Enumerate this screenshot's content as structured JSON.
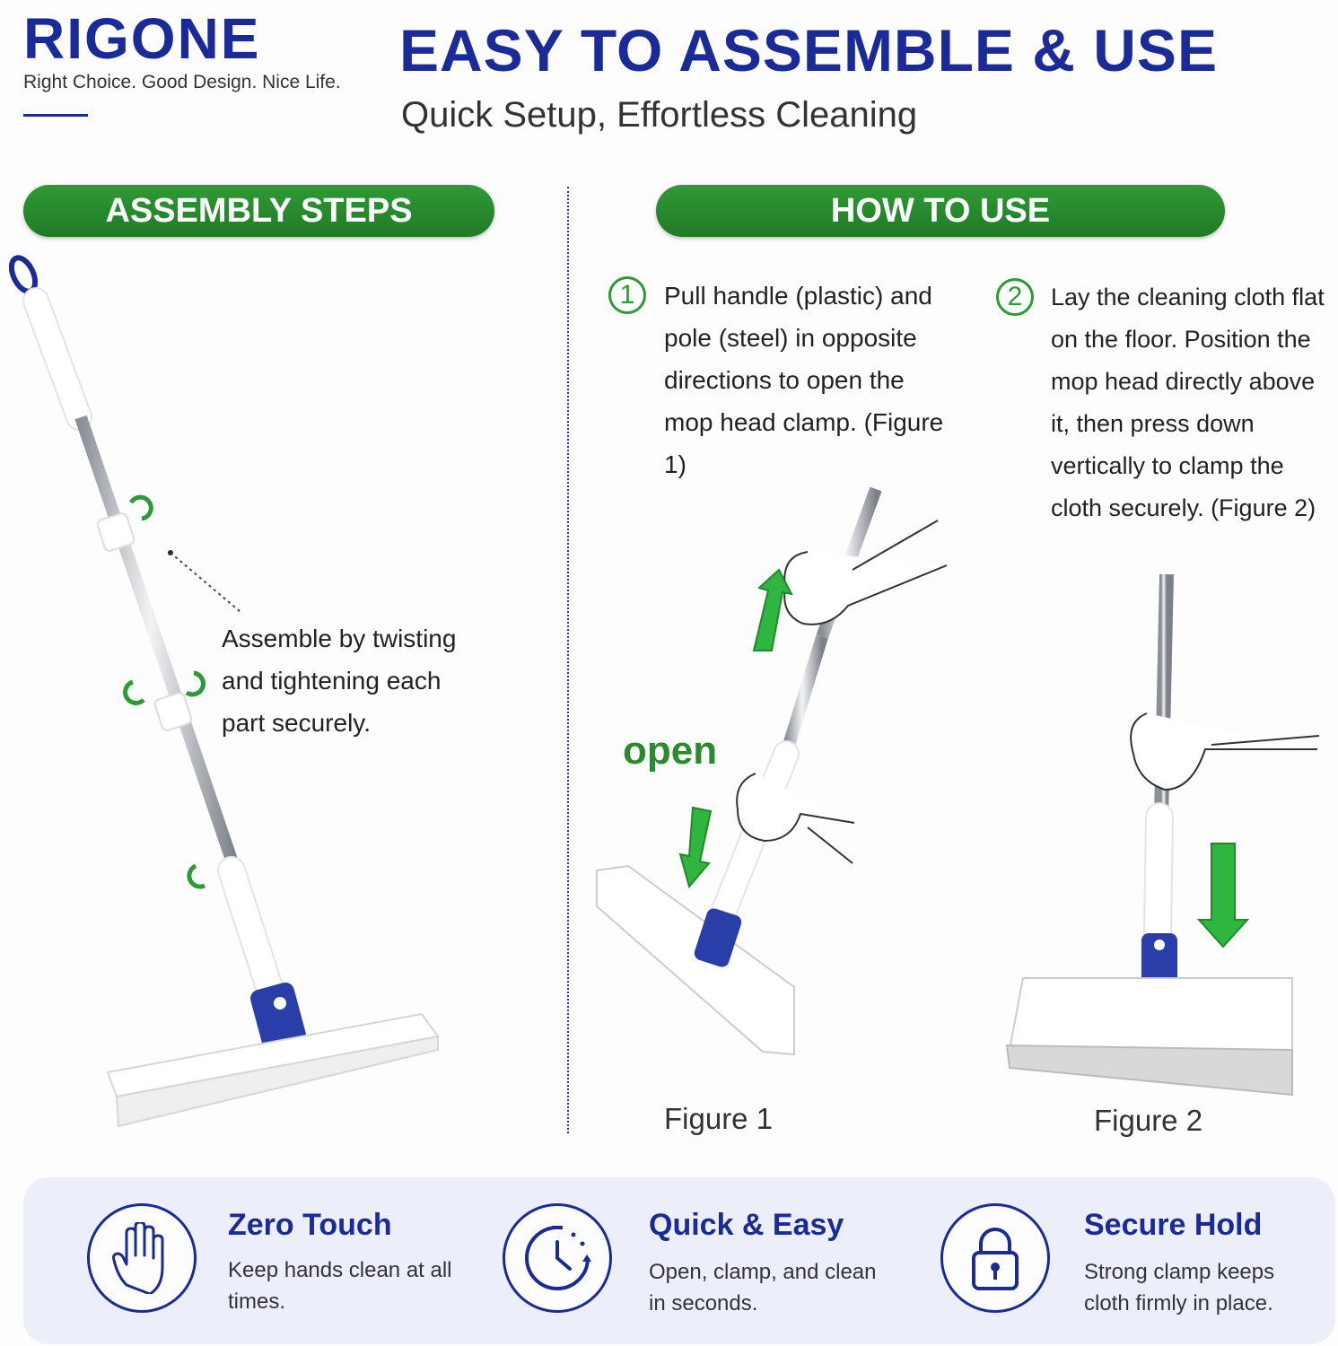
{
  "brand": {
    "name": "RIGONE",
    "tagline": "Right Choice. Good Design. Nice Life."
  },
  "header": {
    "title": "EASY TO ASSEMBLE & USE",
    "subtitle": "Quick Setup, Effortless Cleaning"
  },
  "assembly": {
    "heading": "ASSEMBLY STEPS",
    "text": "Assemble by twisting and tightening each part securely."
  },
  "how_to_use": {
    "heading": "HOW TO USE",
    "steps": [
      {
        "number": "1",
        "text": "Pull handle (plastic) and pole (steel) in opposite directions to open the mop head clamp. (Figure 1)"
      },
      {
        "number": "2",
        "text": "Lay the cleaning cloth flat on the floor. Position the mop head directly above it, then press down vertically to clamp the cloth securely. (Figure 2)"
      }
    ],
    "open_label": "open",
    "figure1_label": "Figure 1",
    "figure2_label": "Figure 2"
  },
  "features": [
    {
      "icon": "hand-icon",
      "title": "Zero Touch",
      "desc": "Keep hands clean at all times."
    },
    {
      "icon": "clock-icon",
      "title": "Quick & Easy",
      "desc": "Open, clamp, and clean in seconds."
    },
    {
      "icon": "lock-icon",
      "title": "Secure Hold",
      "desc": "Strong clamp keeps cloth firmly in place."
    }
  ],
  "colors": {
    "brand_blue": "#1a2a99",
    "green": "#2c9a35",
    "feature_bg": "#eceff9"
  }
}
